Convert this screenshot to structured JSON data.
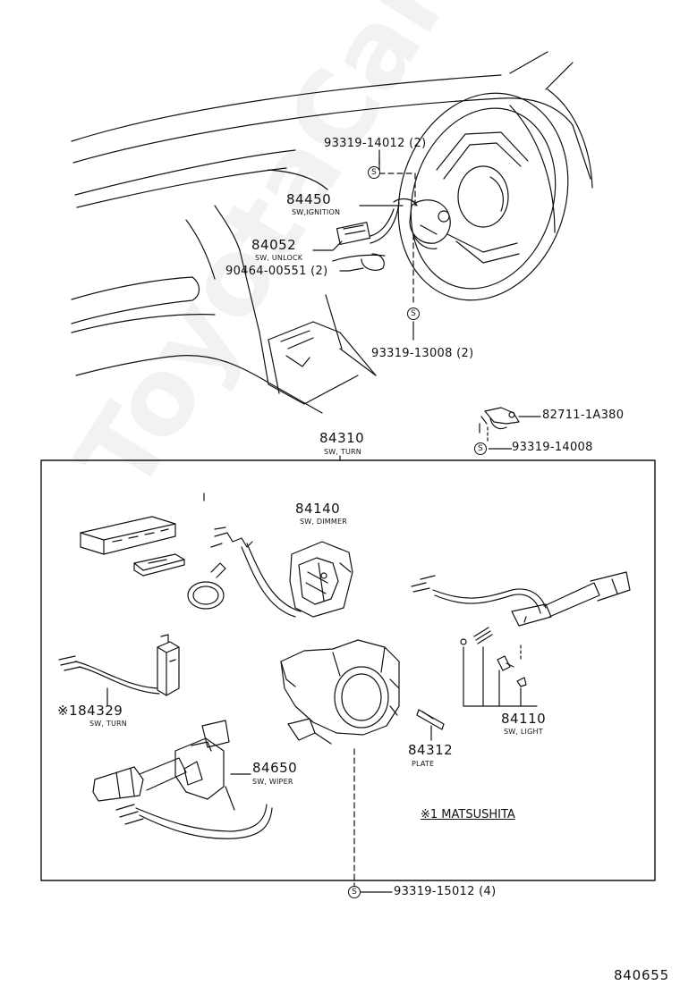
{
  "watermark": "ToyotaCarMine.ru",
  "diagram_code": "840655",
  "note": "※1 MATSUSHITA",
  "parts": {
    "bolt_14012": {
      "number": "93319-14012 (2)",
      "symbol": "S"
    },
    "ignition_switch": {
      "number": "84450",
      "desc": "SW,IGNITION"
    },
    "unlock_switch": {
      "number": "84052",
      "desc": "SW, UNLOCK"
    },
    "clip_00551": {
      "number": "90464-00551 (2)"
    },
    "bolt_13008": {
      "number": "93319-13008 (2)",
      "symbol": "S"
    },
    "bracket_1a380": {
      "number": "82711-1A380"
    },
    "bolt_14008": {
      "number": "93319-14008",
      "symbol": "S"
    },
    "turn_switch_assy": {
      "number": "84310",
      "desc": "SW, TURN"
    },
    "dimmer_switch": {
      "number": "84140",
      "desc": "SW, DIMMER"
    },
    "turn_switch_sub": {
      "number": "※184329",
      "desc": "SW, TURN"
    },
    "light_switch": {
      "number": "84110",
      "desc": "SW, LIGHT"
    },
    "plate": {
      "number": "84312",
      "desc": "PLATE"
    },
    "wiper_switch": {
      "number": "84650",
      "desc": "SW, WIPER"
    },
    "bolt_15012": {
      "number": "93319-15012 (4)",
      "symbol": "S"
    }
  }
}
